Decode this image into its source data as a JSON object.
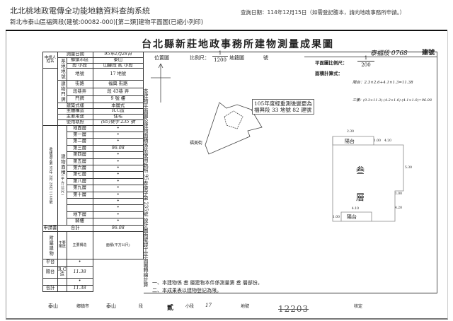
{
  "header": {
    "system_title": "北北桃地政電傳全功能地籍資料查詢系統",
    "subtitle": "新北市泰山區福興段(建號:00082-000)[第二類]建物平面圖(已縮小列印)",
    "query_date": "查詢日期：114年12月15日（如需登記謄本，請向地政事務所申請。）"
  },
  "doc": {
    "title": "台北縣新莊地政事務所建物測量成果圖",
    "building_no": "泰福段 0768",
    "building_no_label": "建號"
  },
  "table": {
    "applicant": "申請人姓名",
    "survey_date_label": "測量日期",
    "survey_date": "95年2月28日",
    "site_group": "基地地號",
    "district_label": "鄉鎮市區",
    "district": "泰山",
    "section_label": "段 小段",
    "section": "山腳段 貳 小段",
    "lot_label": "地號",
    "lot": "17 地號",
    "addr_group": "建物門牌",
    "street_label": "街路",
    "street": "福興 街路",
    "lane_label": "段巷弄",
    "lane": "段 43巷 弄",
    "door_label": "門牌",
    "door": "9 號 樓",
    "style_label": "建築式樣",
    "style": "本層式",
    "structure_label": "主體構造",
    "structure": "R.C造",
    "use_label": "主要用途",
    "use": "住宅",
    "permit_label": "使用執照",
    "permit": "(85)使字 235 號",
    "floor_group": "建物面積",
    "unit": "(平方公尺)",
    "floors": [
      {
        "n": "地面層",
        "v": "•"
      },
      {
        "n": "第一層",
        "v": "•"
      },
      {
        "n": "第二層",
        "v": "•"
      },
      {
        "n": "第三層",
        "v": "96.08"
      },
      {
        "n": "第四層",
        "v": "•"
      },
      {
        "n": "第五層",
        "v": "•"
      },
      {
        "n": "第六層",
        "v": "•"
      },
      {
        "n": "第七層",
        "v": "•"
      },
      {
        "n": "第八層",
        "v": "•"
      },
      {
        "n": "第九層",
        "v": "•"
      },
      {
        "n": "第十層",
        "v": "•"
      },
      {
        "n": "",
        "v": "•"
      },
      {
        "n": "",
        "v": "•"
      },
      {
        "n": "地下層",
        "v": "•"
      },
      {
        "n": "騎樓",
        "v": "•"
      }
    ],
    "apply_label": "申請書",
    "apply_text": "收建測字第 95年 2月 28日 1148號",
    "total_label": "合計",
    "total": "96.08",
    "annex_group": "附屬建物",
    "annex_h1": "主要用途",
    "annex_h2": "主要構造",
    "annex_h3": "面積(平方公尺)",
    "annex": [
      {
        "u": "平台",
        "s": "",
        "v": "•"
      },
      {
        "u": "陽台",
        "s": "R.C造",
        "v": "11.38"
      },
      {
        "u": "",
        "s": "",
        "v": "•"
      },
      {
        "u": "合計",
        "s": "",
        "v": "11.38"
      }
    ]
  },
  "vertical_note": "本建物平面圖及建物面積係依使用執照 95泰使字第 235號 設計圖面或竣工平面圖轉繪計算",
  "site": {
    "label": "位置圖",
    "scale_label": "比例尺：",
    "scale_num": "1",
    "scale_den": "1200",
    "unit": "地籍圖",
    "no_label": "號",
    "annotation_1": "105年度經重測後變更為",
    "annotation_2": "福興段 33 地號 82 建號",
    "road": "福美街"
  },
  "plan": {
    "scale_label": "平面圖比例尺：",
    "scale_num": "1",
    "scale_den": "200",
    "calc_label": "面積計算式：",
    "calc_balcony": "陽台：2.3×2.6+4.1×1.3=11.38",
    "calc_third": "三樓：(9.3×11.3)-(4.2×1.0)-(4.1×1.0)=96.08",
    "balcony": "陽台",
    "floor_1": "叁",
    "floor_2": "層",
    "dims": [
      "2.30",
      "1.00",
      "4.20",
      "5.30",
      "1.00",
      "4.20",
      "4.10",
      "1.00"
    ]
  },
  "notes": {
    "line1": "一、本建物係 叁 層建物本件係測量第 叁 層部份。",
    "line2": "二、本成果表以建物登記為限。"
  },
  "footer": {
    "town": "泰山",
    "town_label": "鄉鎮市",
    "section": "泰山",
    "section_label": "段",
    "subsection": "貳",
    "subsection_label": "小段",
    "lot": "17",
    "lot_label": "地號",
    "stamp": "12203",
    "approve": "核定"
  }
}
